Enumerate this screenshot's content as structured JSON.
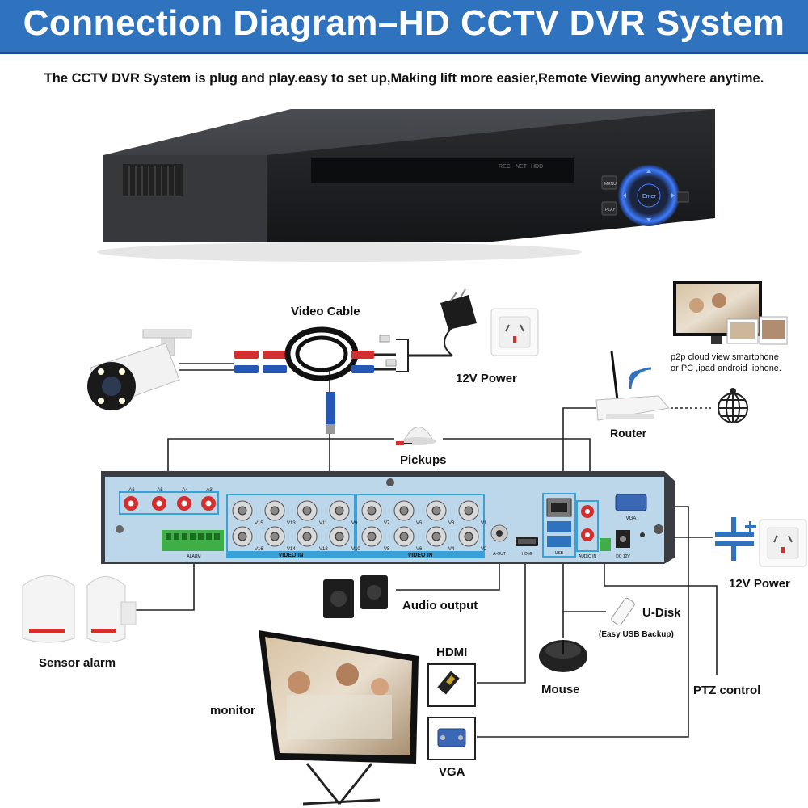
{
  "header": {
    "title": "Connection Diagram–HD CCTV DVR System",
    "subtitle": "The CCTV DVR System is plug and play.easy to set up,Making lift more easier,Remote Viewing anywhere anytime."
  },
  "dvr_front": {
    "indicators": [
      "REC",
      "NET",
      "HDD"
    ],
    "buttons": [
      "MENU",
      "PLAY",
      "Enter"
    ]
  },
  "dvr_back": {
    "audio_inputs": [
      "A6",
      "A5",
      "A4",
      "A3"
    ],
    "video_left": [
      "V15",
      "V13",
      "V11",
      "V9",
      "V16",
      "V14",
      "V12",
      "V10"
    ],
    "video_right": [
      "V7",
      "V5",
      "V3",
      "V1",
      "V8",
      "V6",
      "V4",
      "V2"
    ],
    "video_in_label": "VIDEO IN",
    "alarm_label": "ALARM",
    "aout_label": "A-OUT",
    "hdmi_label": "HDMI",
    "audio_in_label": "AUDIO IN",
    "vga_label": "VGA",
    "dc_label": "DC 12V",
    "usb_label": "USB"
  },
  "labels": {
    "video_cable": "Video Cable",
    "power_top": "12V Power",
    "cloud_line1": "p2p cloud view smartphone",
    "cloud_line2": "or PC ,ipad android ,iphone.",
    "router": "Router",
    "pickups": "Pickups",
    "power_right": "12V Power",
    "audio_output": "Audio output",
    "u_disk": "U-Disk",
    "usb_backup": "(Easy USB Backup)",
    "sensor_alarm": "Sensor alarm",
    "hdmi": "HDMI",
    "mouse": "Mouse",
    "ptz": "PTZ control",
    "monitor": "monitor",
    "vga": "VGA"
  },
  "colors": {
    "banner": "#2f73bf",
    "port_box": "#3aa0d8",
    "panel": "#bcd6ea",
    "rca_red": "#d32f2f",
    "bnc_blue": "#2457b8"
  }
}
